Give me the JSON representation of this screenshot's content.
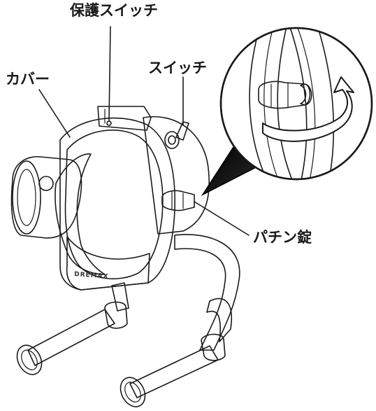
{
  "labels": {
    "protect_switch": "保護スイッチ",
    "switch": "スイッチ",
    "cover": "カバー",
    "latch": "パチン錠"
  },
  "brand": "DREMAX",
  "colors": {
    "line": "#1a1a1a",
    "body_light": "#f2f2f2",
    "body_mid": "#d9d9d9",
    "body_dark": "#9a9a9a",
    "knob": "#8c8c8c"
  }
}
